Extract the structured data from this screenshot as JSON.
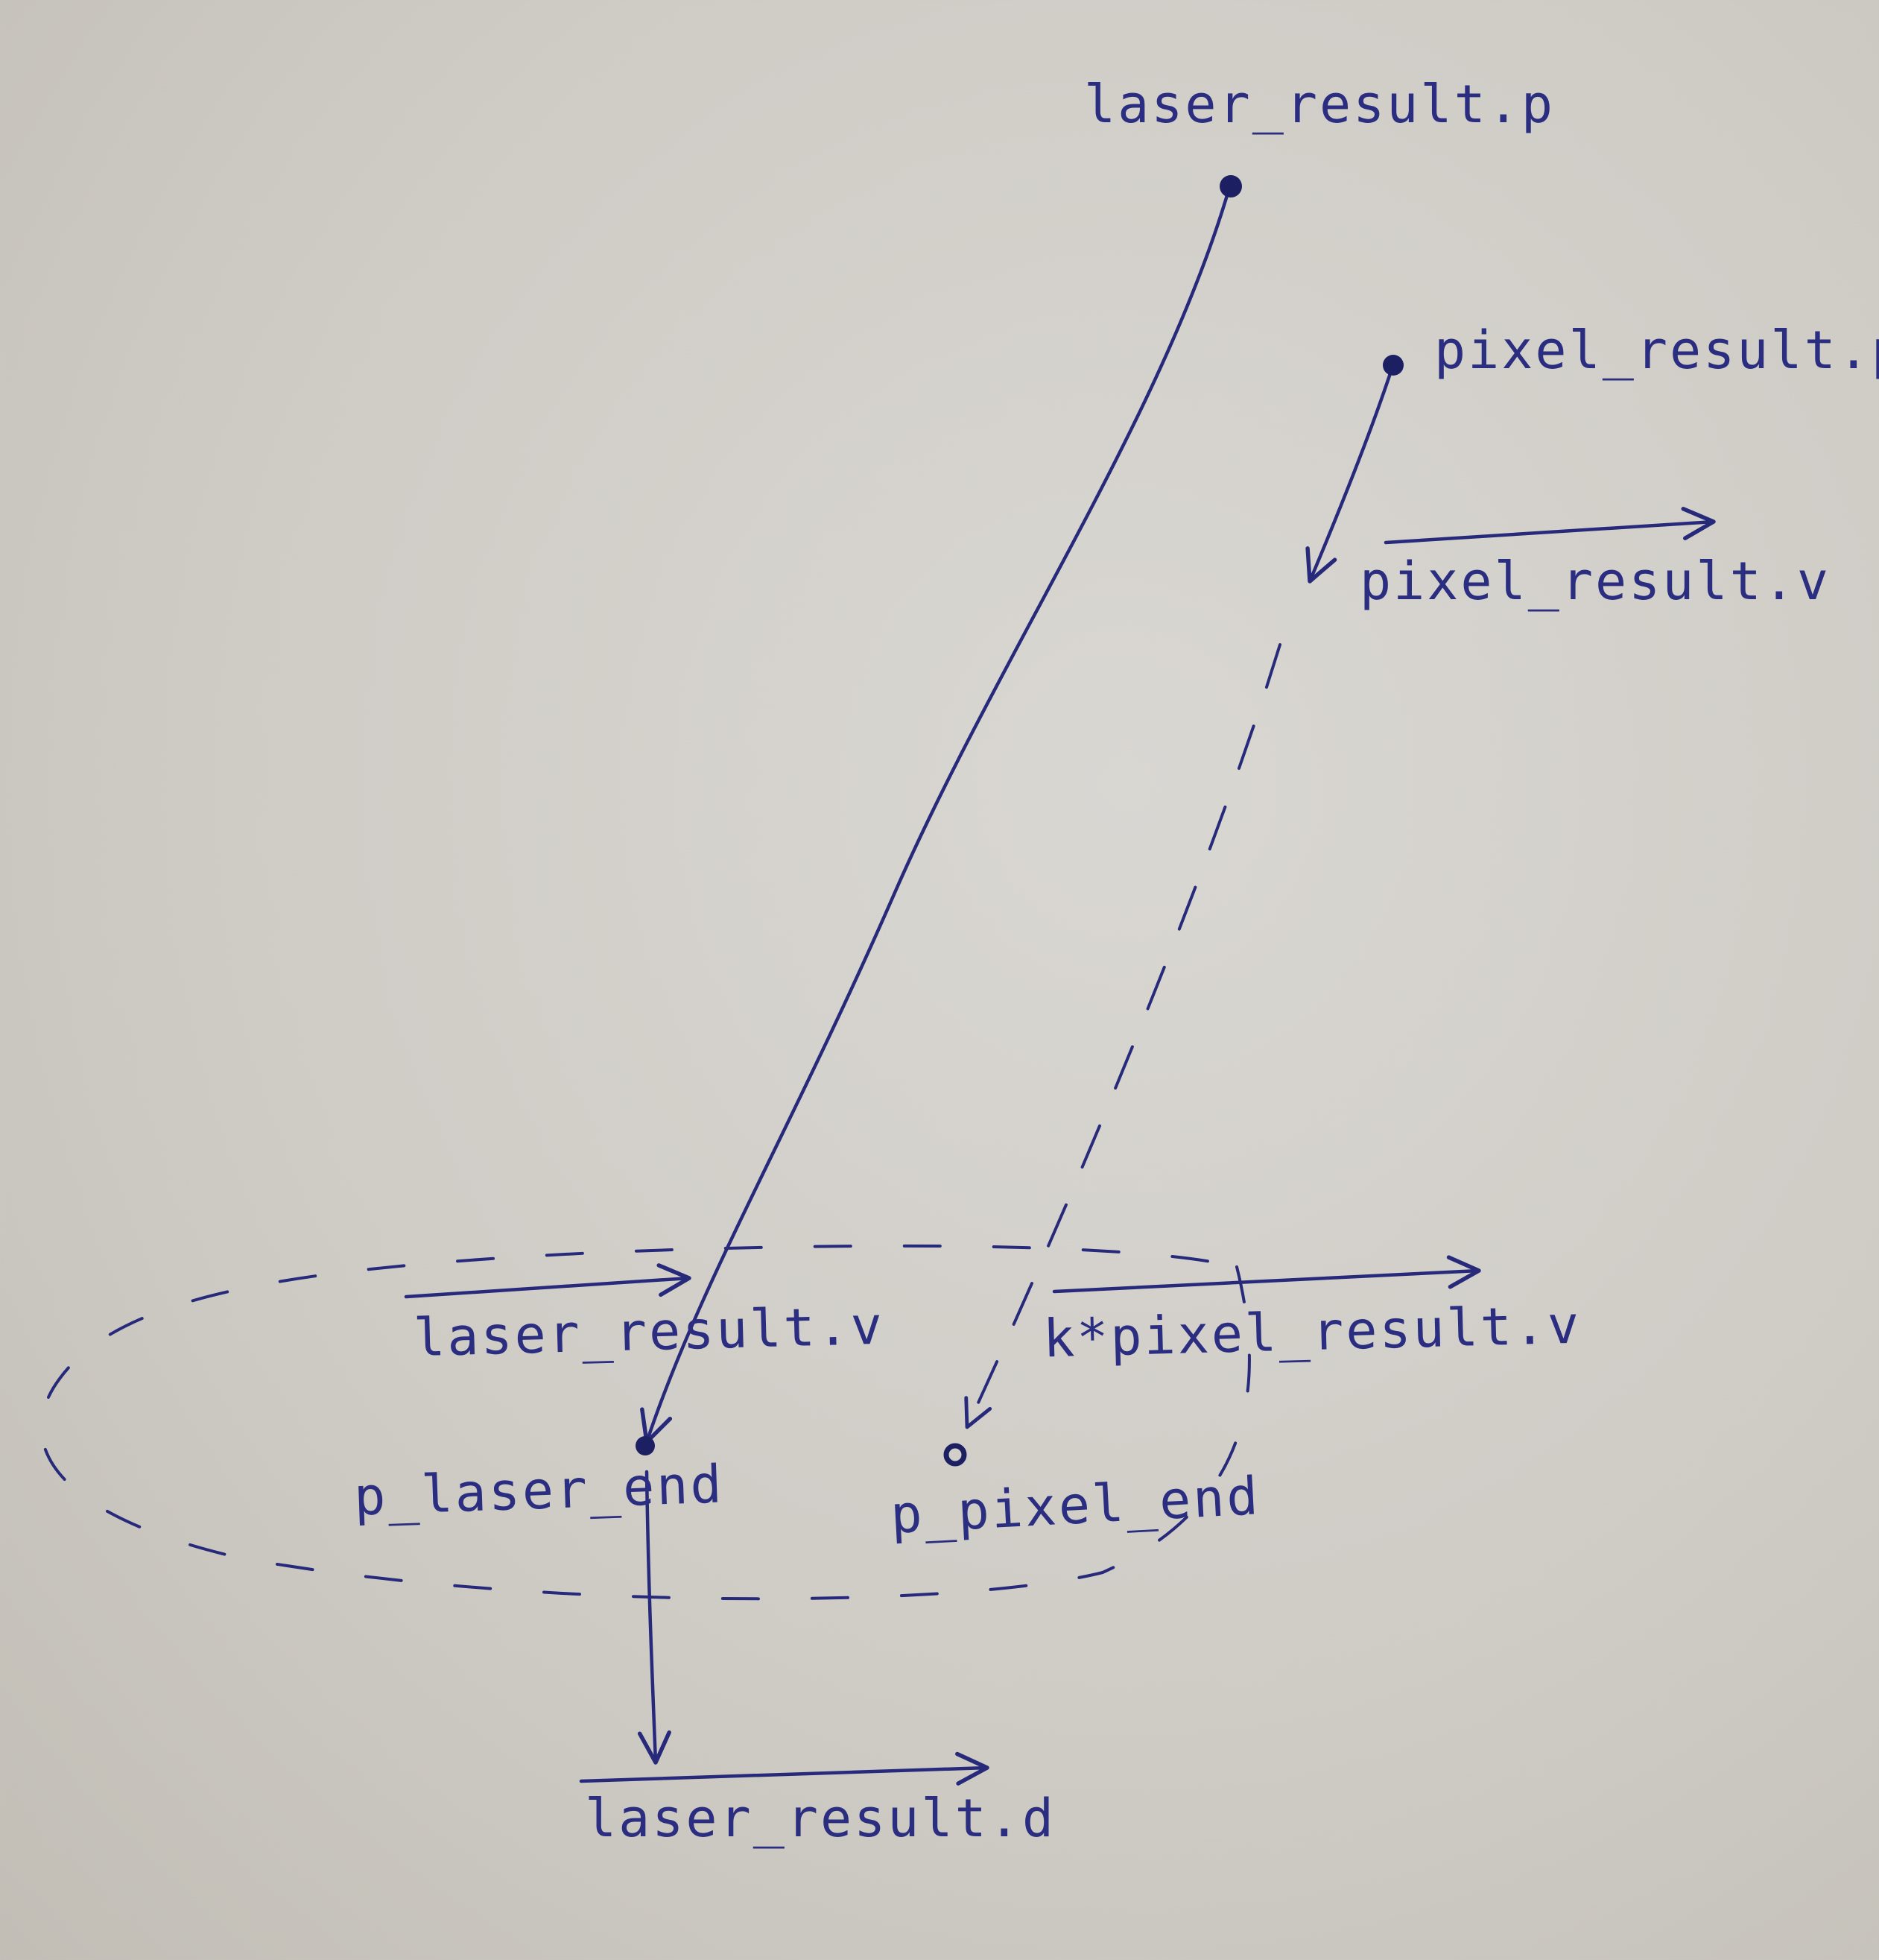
{
  "labels": {
    "laser_p": "laser_result.p",
    "pixel_p": "pixel_result.p",
    "pixel_v": "pixel_result.v",
    "laser_v": "laser_result.v",
    "k_pixel_v": "k*pixel_result.v",
    "p_laser_end": "p_laser_end",
    "p_pixel_end": "p_pixel_end",
    "laser_d": "laser_result.d"
  },
  "colors": {
    "ink": "#27297a",
    "paper": "#d4d1cb"
  }
}
